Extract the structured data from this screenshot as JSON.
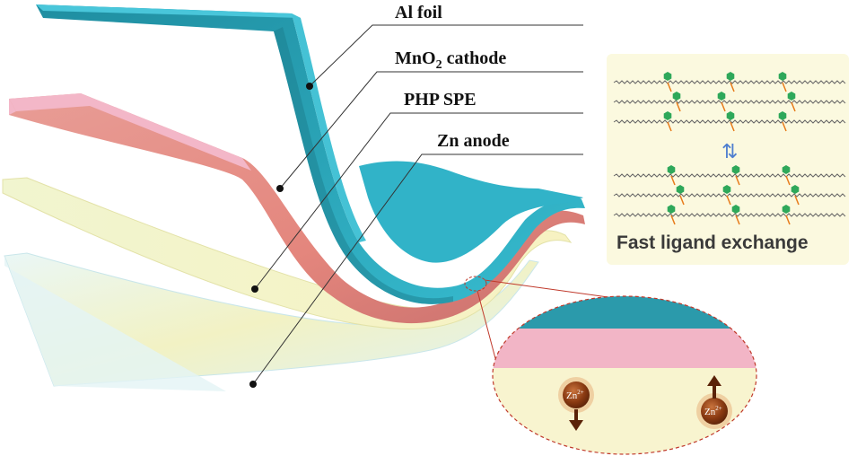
{
  "labels": {
    "al_foil": "Al foil",
    "cathode_prefix": "MnO",
    "cathode_sub": "2",
    "cathode_suffix": " cathode",
    "spe": "PHP SPE",
    "anode": "Zn anode"
  },
  "inset": {
    "caption": "Fast ligand exchange",
    "arrows": "⇅"
  },
  "ions": {
    "base": "Zn",
    "charge": "2+"
  },
  "colors": {
    "al_foil": "#2fa9bf",
    "cathode": "#e88f8b",
    "spe": "#f4f2c8",
    "anode": "#d8eef0",
    "ligand_green": "#2ea85a",
    "ligand_orange": "#e77b1a",
    "ion": "#8a3a12"
  }
}
